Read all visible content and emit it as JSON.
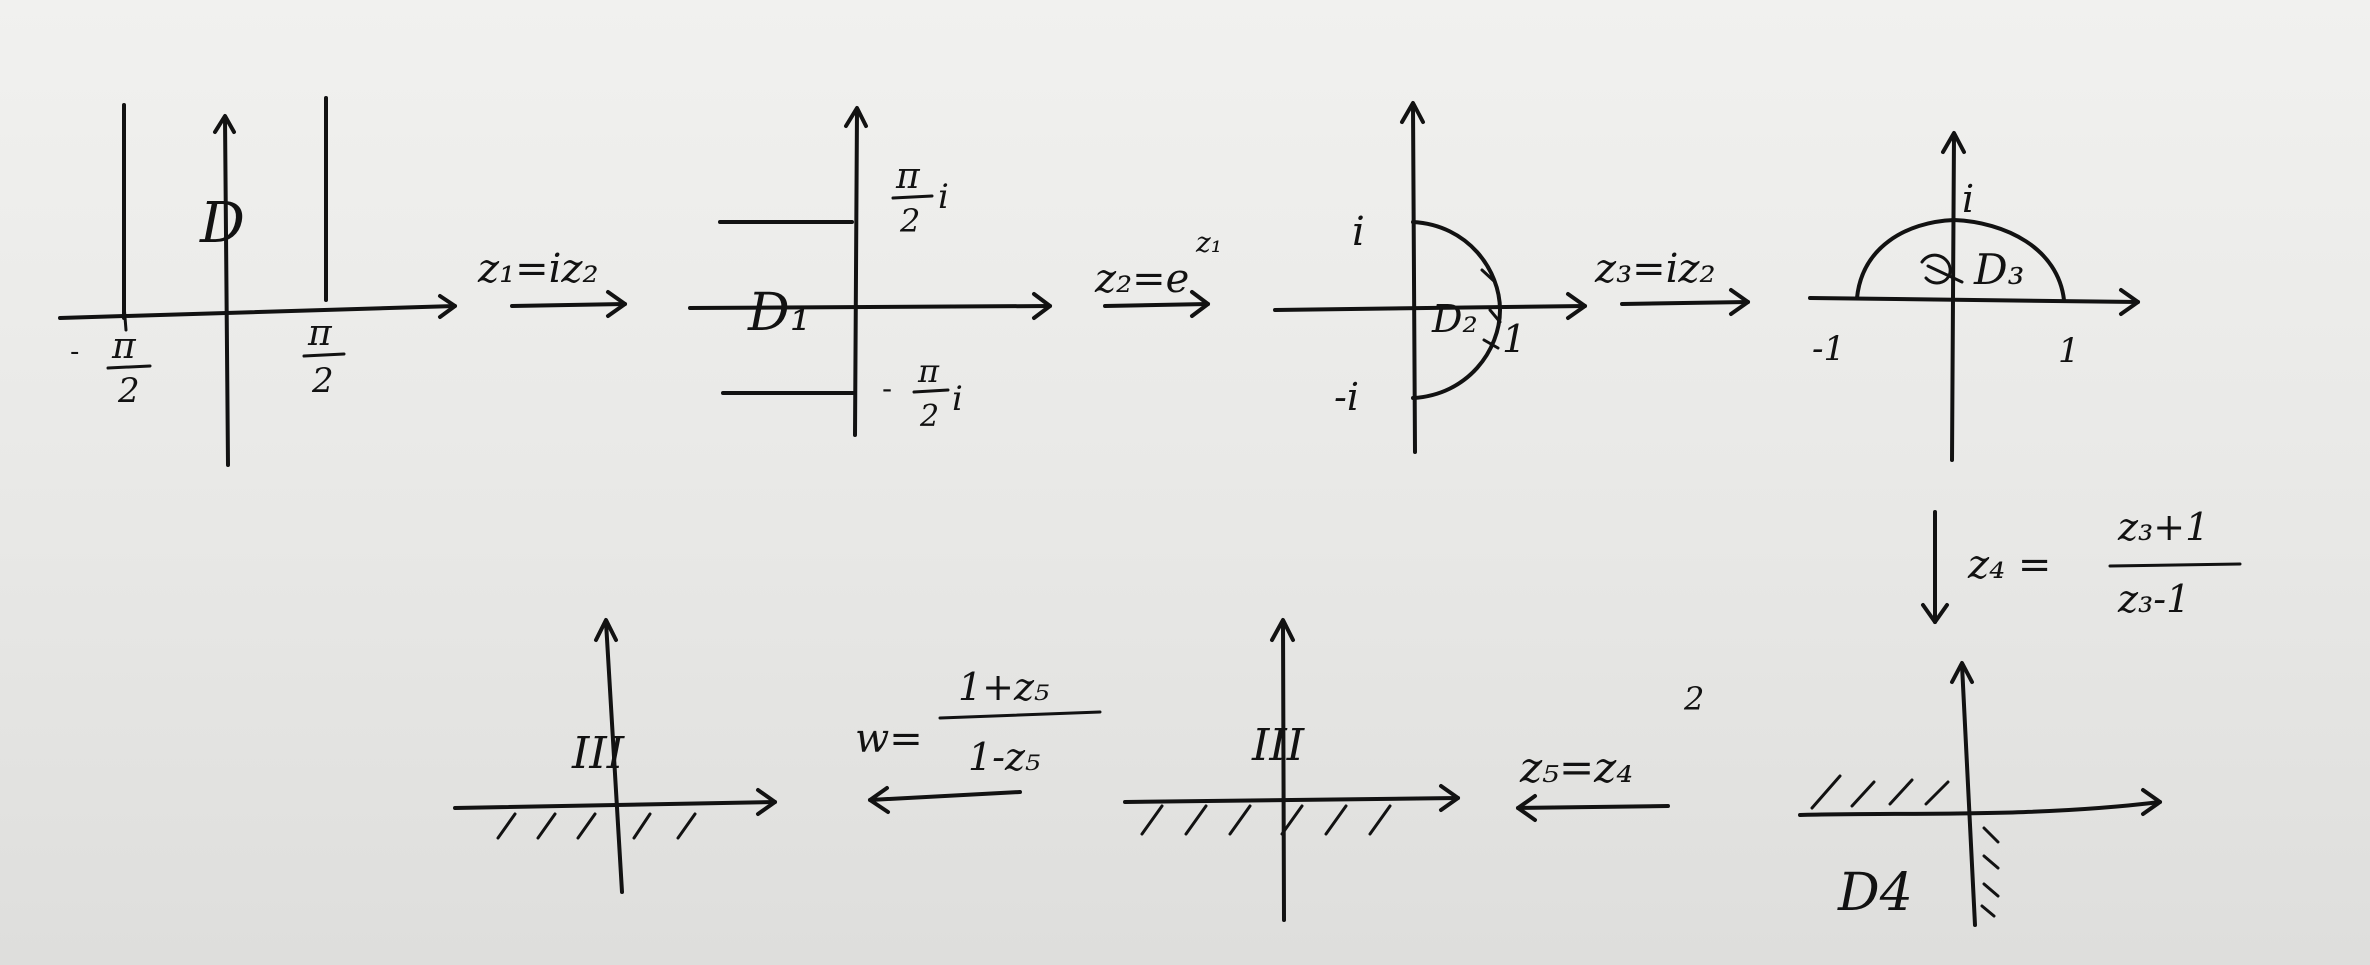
{
  "panel_a": {
    "region": "D",
    "tick_neg_num": "π",
    "tick_neg_sign": "-",
    "tick_neg_den": "2",
    "tick_pos_num": "π",
    "tick_pos_den": "2"
  },
  "map_1": {
    "label": "z₁=iz₂"
  },
  "panel_b": {
    "region": "D₁",
    "upper_num": "π",
    "upper_den": "2",
    "upper_i": "i",
    "lower_sign": "-",
    "lower_num": "π",
    "lower_den": "2",
    "lower_i": "i"
  },
  "map_2": {
    "lhs": "z₂=e",
    "exp": "z₁"
  },
  "panel_c": {
    "region": "D₂",
    "top_label": "i",
    "bottom_label": "-i",
    "one_label": "1"
  },
  "map_3": {
    "label": "z₃=iz₂"
  },
  "panel_d": {
    "region": "D₃",
    "top_label": "i",
    "left_label": "-1",
    "right_label": "1"
  },
  "map_4": {
    "lhs": "z₄ =",
    "num": "z₃+1",
    "den": "z₃-1"
  },
  "panel_e": {
    "region": "D4"
  },
  "map_5": {
    "lhs": "z₅=z₄",
    "exp": "2"
  },
  "panel_f": {
    "region": "III"
  },
  "map_6": {
    "lhs": "w=",
    "num": "1+z₅",
    "den": "1-z₅"
  },
  "panel_g": {
    "region": "III"
  }
}
